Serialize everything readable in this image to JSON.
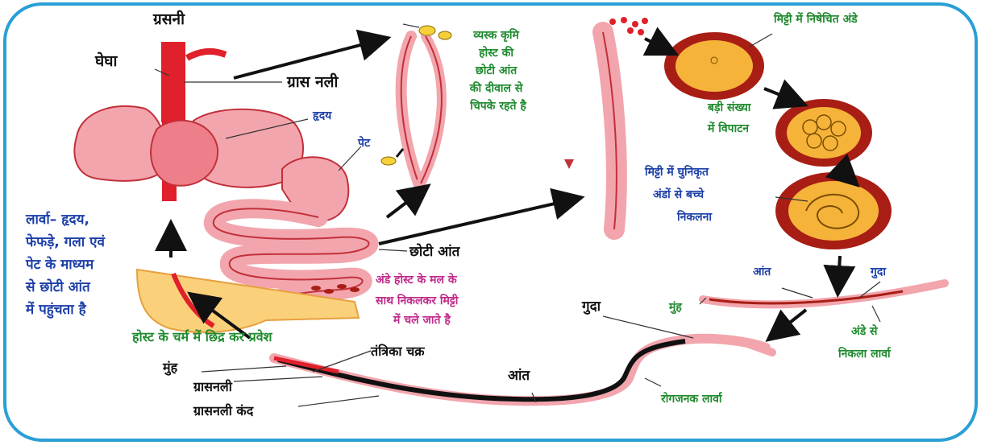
{
  "colors": {
    "frame": "#2a9fd6",
    "tissue_pink": "#f2a5ad",
    "tissue_outline": "#c2303a",
    "vessel_red": "#e0202a",
    "skin_yellow": "#fbd07a",
    "egg_dark": "#a81e14",
    "egg_yolk": "#f6b33a",
    "label_black": "#111111",
    "label_blue": "#1c3fa8",
    "label_green": "#1f8a2e",
    "label_magenta": "#c0298a"
  },
  "labels": {
    "grasani": "ग्रसनी",
    "ghegha": "घेघा",
    "gras_nali": "ग्रास नली",
    "hriday": "हृदय",
    "pet": "पेट",
    "adult_worms": [
      "व्यस्क कृमि",
      "होस्ट की",
      "छोटी आंत",
      "की दीवाल से",
      "चिपके रहते है"
    ],
    "eggs_in_soil": "मिट्टी में निषेचित अंडे",
    "cleavage": [
      "बड़ी संख्या",
      "में विपाटन"
    ],
    "hatching": [
      "मिट्टी में घुनिकृत",
      "अंडों से बच्चे",
      "निकलना"
    ],
    "larva_route": [
      "लार्वा– हृदय,",
      "फेफड़े, गला एवं",
      "पेट के माध्यम",
      "से छोटी आंत",
      "में पहुंचता है"
    ],
    "choti_aant": "छोटी आंत",
    "eggs_out": [
      "अंडे होस्ट के मल के",
      "साथ निकलकर मिट्टी",
      "में चले जाते है"
    ],
    "skin_entry": "होस्ट के चर्म में छिद्र कर प्रवेश",
    "nerve_ring": "तंत्रिका चक्र",
    "munh_main": "मुंह",
    "grasnali_main": "ग्रासनली",
    "grasnali_kand": "ग्रासनली कंद",
    "aant_main": "आंत",
    "guda_main": "गुदा",
    "infective_larva": "रोगजनक लार्वा",
    "aant_small": "आंत",
    "guda_small": "गुदा",
    "munh_small": "मुंह",
    "larva_from_egg": [
      "अंडे से",
      "निकला लार्वा"
    ]
  }
}
